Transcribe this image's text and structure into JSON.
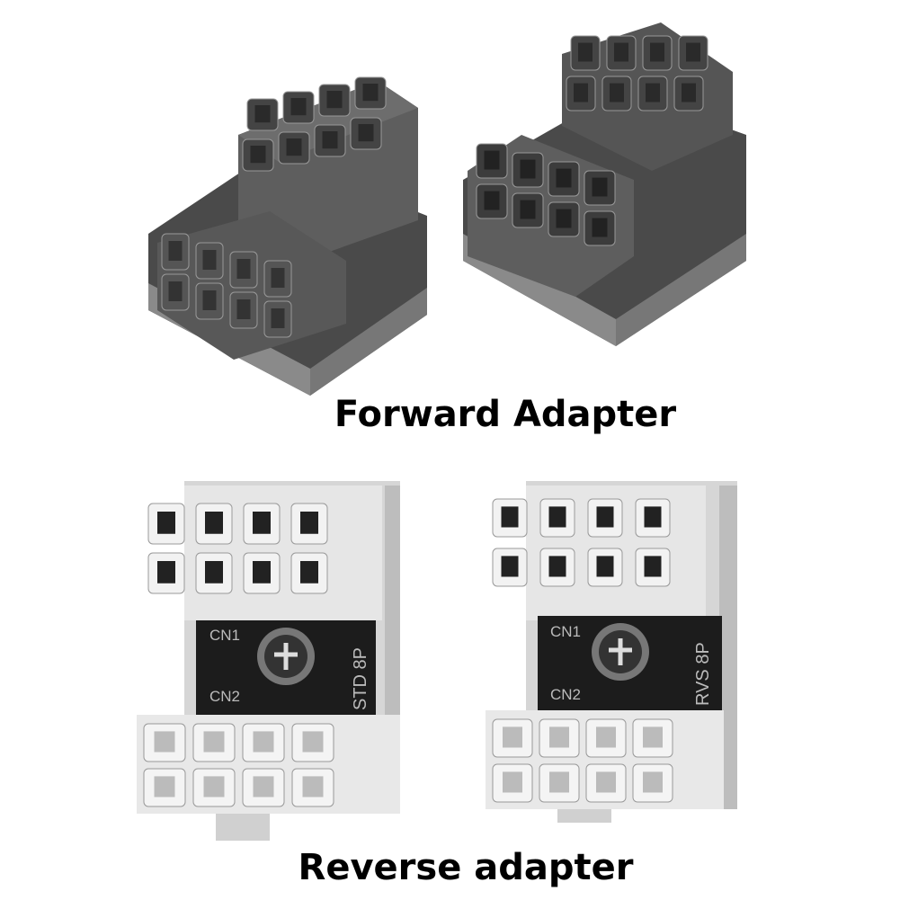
{
  "forward": {
    "caption": "Forward Adapter"
  },
  "reverse": {
    "caption": "Reverse adapter",
    "left_board": {
      "top_label": "CN1",
      "bottom_label": "CN2",
      "side_label": "STD 8P"
    },
    "right_board": {
      "top_label": "CN1",
      "bottom_label": "CN2",
      "side_label": "RVS 8P"
    }
  },
  "colors": {
    "dark_body": "#5a5a5a",
    "light_body": "#e4e4e4",
    "board": "#1c1c1c",
    "caption": "#000000"
  }
}
